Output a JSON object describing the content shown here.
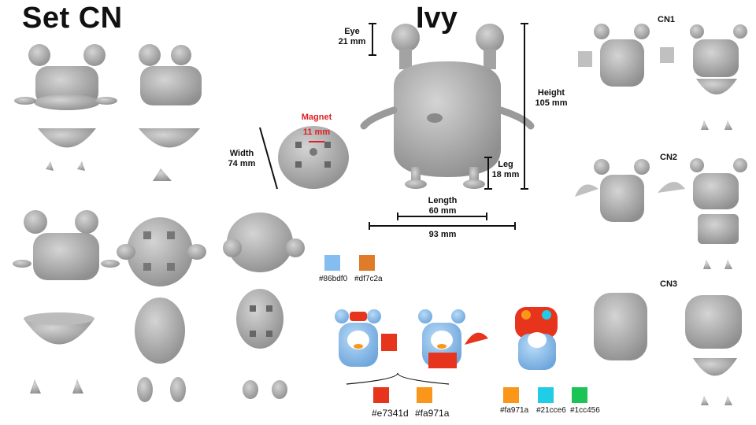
{
  "title": "Set CN",
  "character_name": "Ivy",
  "dimensions": {
    "eye_label": "Eye",
    "eye_value": "21 mm",
    "height_label": "Height",
    "height_value": "105 mm",
    "leg_label": "Leg",
    "leg_value": "18 mm",
    "length_label": "Length",
    "length_value": "60 mm",
    "total_value": "93 mm",
    "width_label": "Width",
    "width_value": "74 mm",
    "magnet_label": "Magnet",
    "magnet_value": "11 mm"
  },
  "variants": [
    "CN1",
    "CN2",
    "CN3"
  ],
  "palette_top": [
    {
      "hex": "#86bdf0",
      "color": "#86bdf0"
    },
    {
      "hex": "#df7c2a",
      "color": "#df7c2a"
    }
  ],
  "palette_bottom_left": [
    {
      "hex": "#e7341d",
      "color": "#e7341d"
    },
    {
      "hex": "#fa971a",
      "color": "#fa971a"
    }
  ],
  "palette_bottom_right": [
    {
      "hex": "#fa971a",
      "color": "#fa971a"
    },
    {
      "hex": "#21cce6",
      "color": "#21cce6"
    },
    {
      "hex": "#1cc456",
      "color": "#1cc456"
    }
  ],
  "colors": {
    "model_grey": "#a9a9a9",
    "magnet_red": "#e02020"
  }
}
